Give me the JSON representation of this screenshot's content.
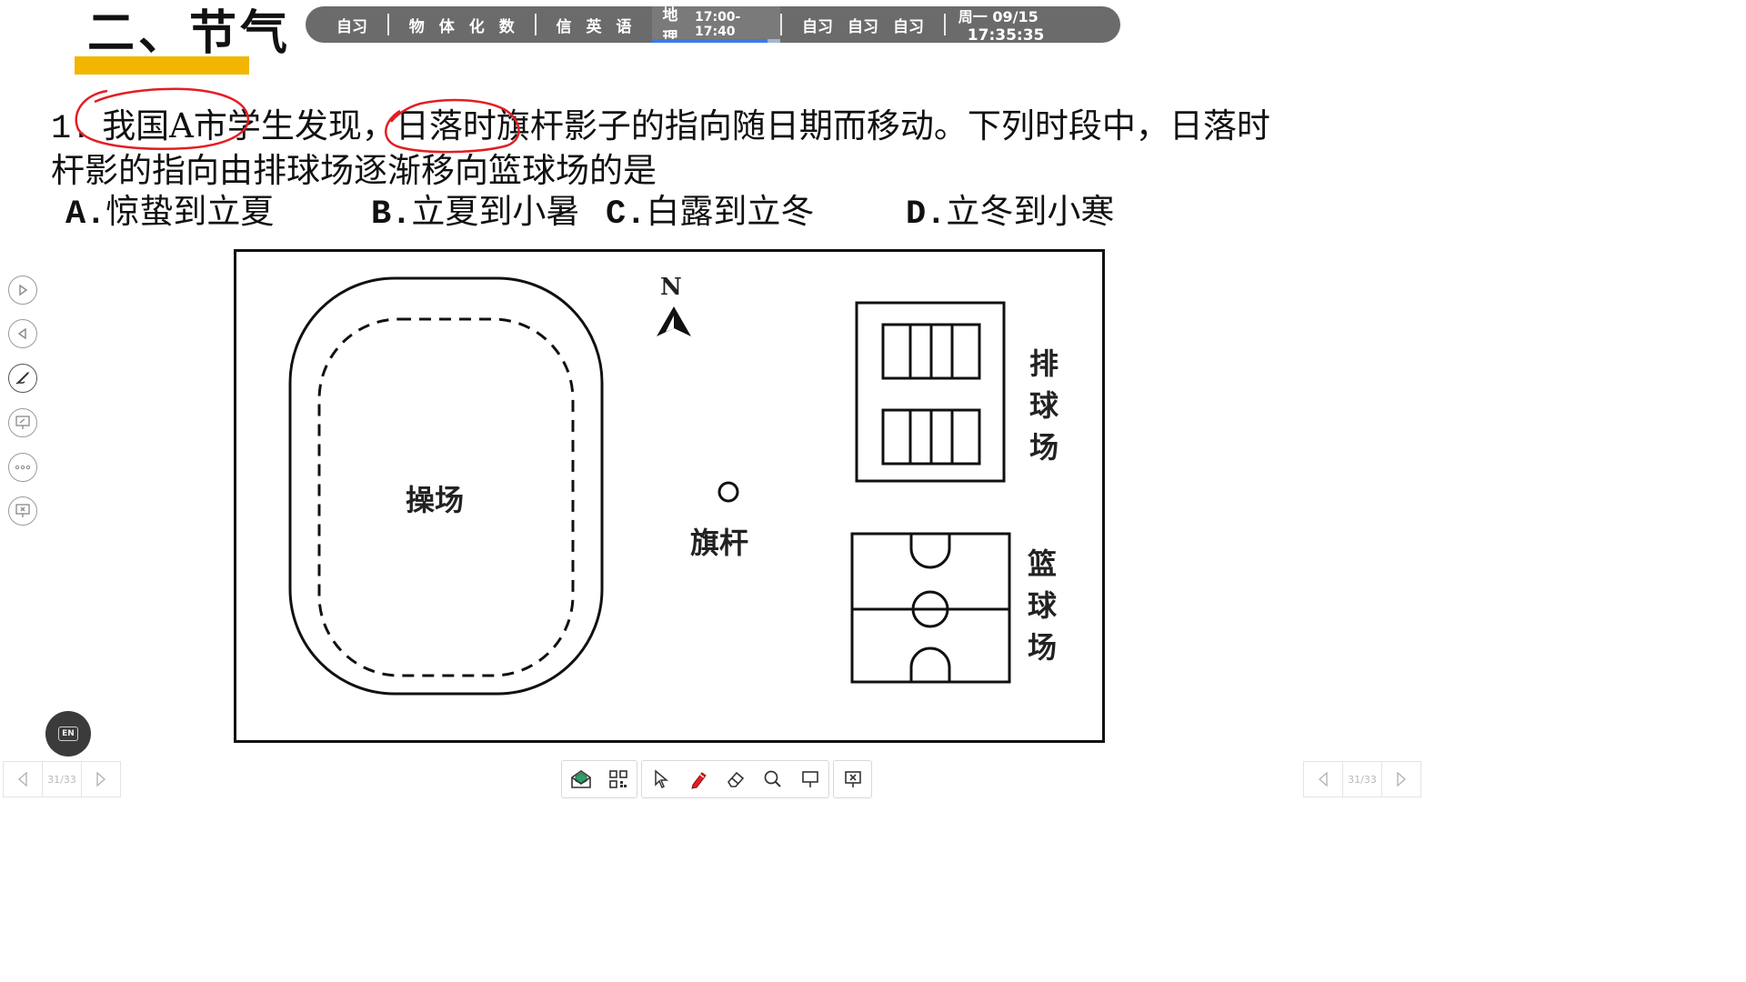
{
  "slide": {
    "title": "二、节气"
  },
  "schedule": {
    "items_before": [
      "自习",
      "物",
      "体",
      "化",
      "数",
      "信",
      "英",
      "语"
    ],
    "current_subject": "地理",
    "current_time": "17:00-17:40",
    "current_progress": 0.9,
    "items_after": [
      "自习",
      "自习",
      "自习"
    ],
    "date": "周一 09/15",
    "clock": "17:35:35"
  },
  "question": {
    "number": "1.",
    "text": "我国A市学生发现，日落时旗杆影子的指向随日期而移动。下列时段中，日落时杆影的指向由排球场逐渐移向篮球场的是",
    "options": [
      {
        "letter": "A.",
        "text": "惊蛰到立夏"
      },
      {
        "letter": "B.",
        "text": "立夏到小暑"
      },
      {
        "letter": "C.",
        "text": "白露到立冬"
      },
      {
        "letter": "D.",
        "text": "立冬到小寒"
      }
    ]
  },
  "diagram": {
    "north_label": "N",
    "playground_label": "操场",
    "flagpole_label": "旗杆",
    "volleyball_label": [
      "排",
      "球",
      "场"
    ],
    "basketball_label": [
      "篮",
      "球",
      "场"
    ]
  },
  "annotation_color": "#e31e24",
  "page_nav": {
    "left_indicator": "31/33",
    "right_indicator": "31/33"
  },
  "language_badge": "EN"
}
